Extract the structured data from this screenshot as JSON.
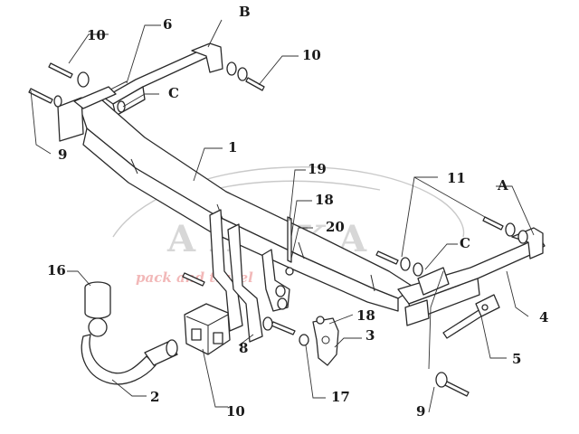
{
  "diagram": {
    "watermark": {
      "brand": "AHAKA",
      "tagline": "pack and travel"
    },
    "callouts": [
      {
        "id": "label-1",
        "text": "1"
      },
      {
        "id": "label-2",
        "text": "2"
      },
      {
        "id": "label-3",
        "text": "3"
      },
      {
        "id": "label-4",
        "text": "4"
      },
      {
        "id": "label-5",
        "text": "5"
      },
      {
        "id": "label-6",
        "text": "6"
      },
      {
        "id": "label-8",
        "text": "8"
      },
      {
        "id": "label-9-left",
        "text": "9"
      },
      {
        "id": "label-9-right",
        "text": "9"
      },
      {
        "id": "label-10-top-left",
        "text": "10"
      },
      {
        "id": "label-10-top-right",
        "text": "10"
      },
      {
        "id": "label-10-right",
        "text": "10"
      },
      {
        "id": "label-11",
        "text": "11"
      },
      {
        "id": "label-16",
        "text": "16"
      },
      {
        "id": "label-17",
        "text": "17"
      },
      {
        "id": "label-18-top",
        "text": "18"
      },
      {
        "id": "label-18-right",
        "text": "18"
      },
      {
        "id": "label-19",
        "text": "19"
      },
      {
        "id": "label-20",
        "text": "20"
      },
      {
        "id": "label-A",
        "text": "A"
      },
      {
        "id": "label-B",
        "text": "B"
      },
      {
        "id": "label-C-left",
        "text": "C"
      },
      {
        "id": "label-C-right",
        "text": "C"
      }
    ]
  }
}
